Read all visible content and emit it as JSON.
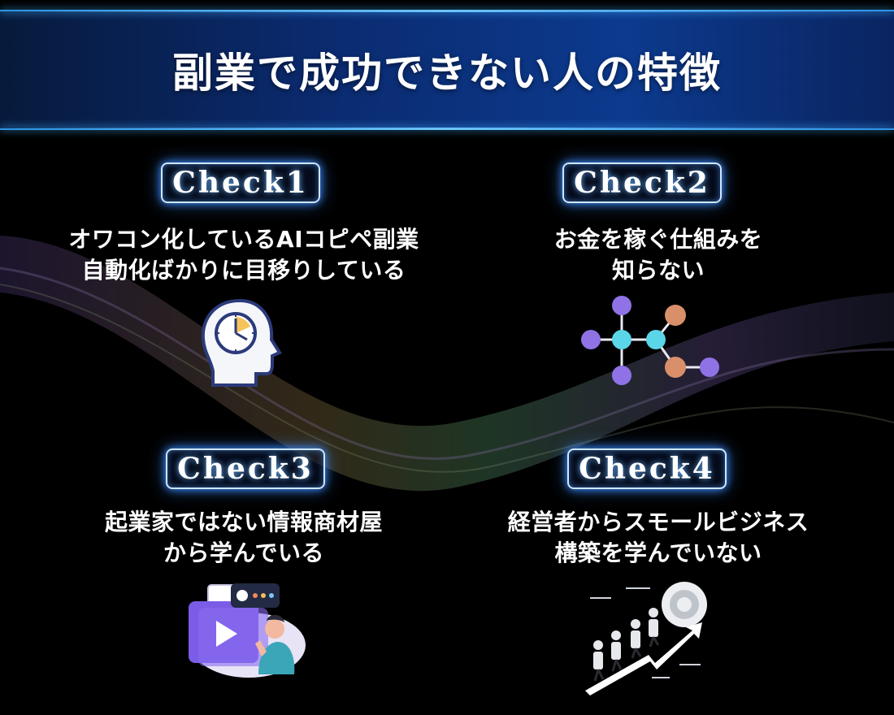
{
  "title": "副業で成功できない人の特徴",
  "checks": [
    {
      "badge": "Check1",
      "line1": "オワコン化しているAIコピペ副業",
      "line2": "自動化ばかりに目移りしている",
      "icon": "head-clock-icon"
    },
    {
      "badge": "Check2",
      "line1": "お金を稼ぐ仕組みを",
      "line2": "知らない",
      "icon": "network-nodes-icon"
    },
    {
      "badge": "Check3",
      "line1": "起業家ではない情報商材屋",
      "line2": "から学んでいる",
      "icon": "video-learning-icon"
    },
    {
      "badge": "Check4",
      "line1": "経営者からスモールビジネス",
      "line2": "構築を学んでいない",
      "icon": "business-growth-target-icon"
    }
  ],
  "colors": {
    "banner": "#0b2a6e",
    "badge_glow": "#3c8cff",
    "node_purple": "#8e72e6",
    "node_cyan": "#5ad6e8",
    "node_orange": "#d98f6a"
  }
}
